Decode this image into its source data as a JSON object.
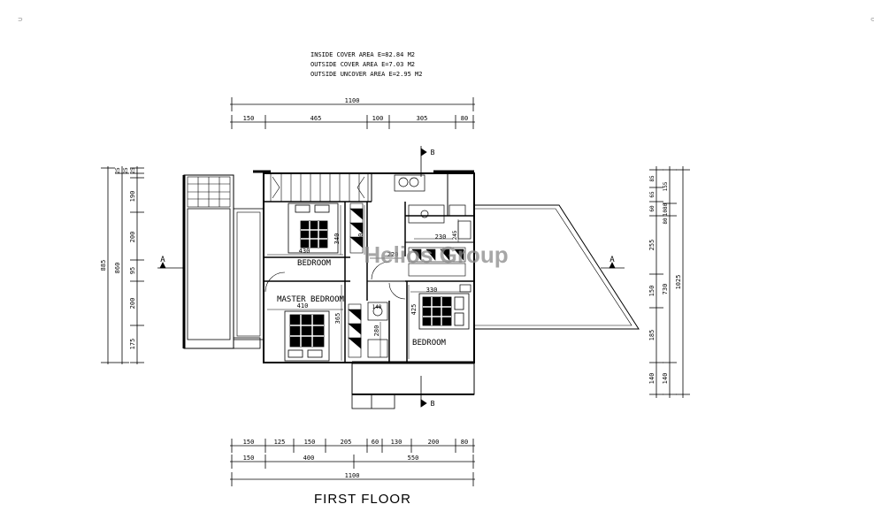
{
  "corner_marks": {
    "left": "⊃",
    "right": "⊂"
  },
  "area_notes": [
    "INSIDE COVER AREA E=82.84 M2",
    "OUTSIDE COVER AREA E=7.03 M2",
    "OUTSIDE UNCOVER AREA E=2.95 M2"
  ],
  "top_dims": {
    "total": "1100",
    "parts": [
      "150",
      "465",
      "100",
      "305",
      "80"
    ]
  },
  "bottom_dims": {
    "row1": [
      "150",
      "125",
      "150",
      "205",
      "60",
      "130",
      "200",
      "80"
    ],
    "row2": [
      "150",
      "400",
      "550"
    ],
    "total": "1100"
  },
  "left_dims": {
    "outer": "885",
    "middle": "860",
    "small": [
      "25",
      "25",
      "25"
    ],
    "parts": [
      "190",
      "200",
      "95",
      "200",
      "175"
    ]
  },
  "right_dims": {
    "parts": [
      "85",
      "65",
      "60",
      "255",
      "150",
      "185",
      "140"
    ],
    "parts2": [
      "155",
      "1080",
      "80",
      "730",
      "140"
    ],
    "total": "1025"
  },
  "rooms": {
    "bedroom_top": "BEDROOM",
    "master": "MASTER BEDROOM",
    "bedroom_right": "BEDROOM"
  },
  "interior_dims": {
    "bed1_w": "430",
    "bed1_h": "340",
    "stair_h": "350",
    "bath_w": "230",
    "bath_h": "245",
    "hall_w": "220",
    "master_w": "410",
    "master_h": "365",
    "wc_h": "280",
    "wc_w": "140",
    "bed2_w": "330",
    "bed2_h": "425"
  },
  "section_marks": {
    "left": "A",
    "right": "A",
    "top": "B",
    "bottom": "B"
  },
  "watermark": "Helios Group",
  "title": "FIRST FLOOR"
}
